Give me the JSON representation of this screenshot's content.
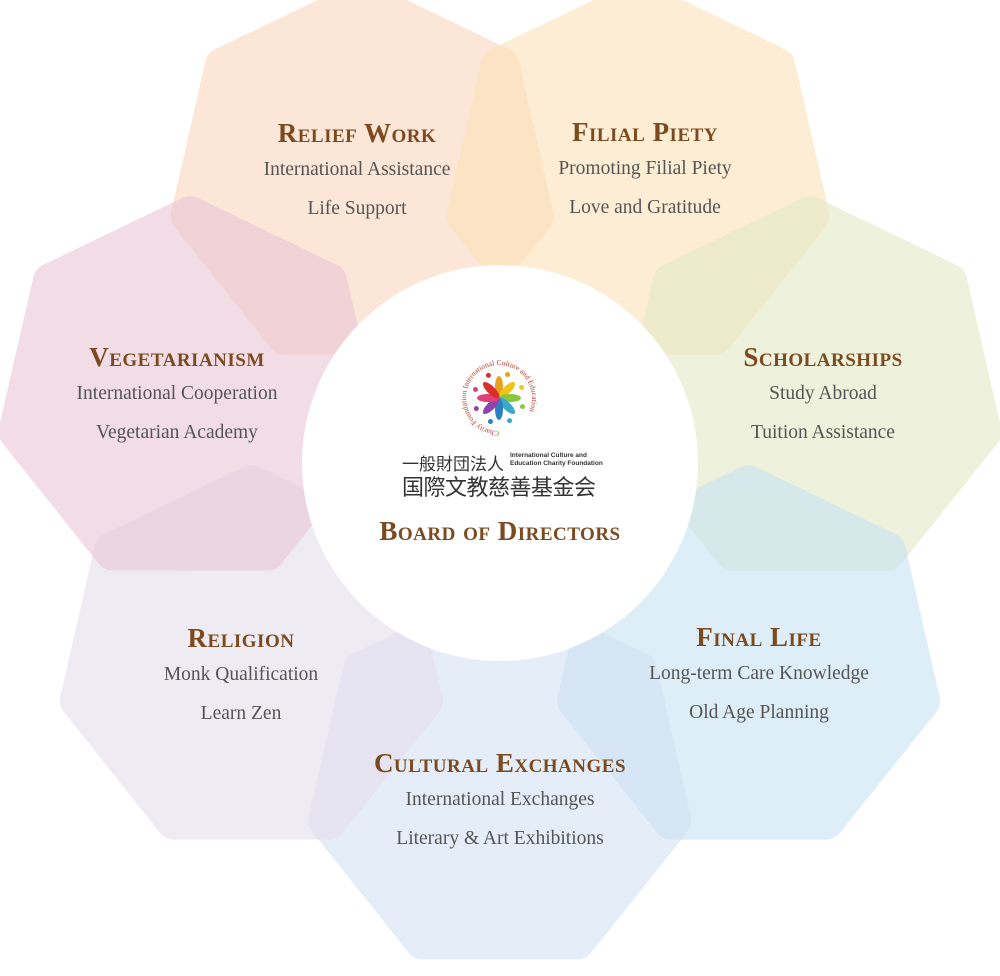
{
  "center": {
    "logo_ring_text": "Charity Foundation International Culture and Education",
    "org_type_jp": "一般財団法人",
    "org_name_en_line1": "International Culture and",
    "org_name_en_line2": "Education Charity Foundation",
    "org_name_jp": "国際文教慈善基金会",
    "title": "Board of Directors"
  },
  "petals": [
    {
      "title": "Relief Work",
      "items": [
        "International Assistance",
        "Life Support"
      ],
      "color": "#f9d6bd"
    },
    {
      "title": "Filial Piety",
      "items": [
        "Promoting Filial Piety",
        "Love and Gratitude"
      ],
      "color": "#fde2b8"
    },
    {
      "title": "Scholarships",
      "items": [
        "Study Abroad",
        "Tuition Assistance"
      ],
      "color": "#e4ebc6"
    },
    {
      "title": "Final Life",
      "items": [
        "Long-term Care Knowledge",
        "Old Age Planning"
      ],
      "color": "#c9e3f4"
    },
    {
      "title": "Cultural Exchanges",
      "items": [
        "International Exchanges",
        "Literary & Art Exhibitions"
      ],
      "color": "#d4e2f4"
    },
    {
      "title": "Religion",
      "items": [
        "Monk Qualification",
        "Learn Zen"
      ],
      "color": "#e6dfec"
    },
    {
      "title": "Vegetarianism",
      "items": [
        "International Cooperation",
        "Vegetarian Academy"
      ],
      "color": "#ebc8d7"
    }
  ],
  "logo_colors": [
    "#e8a11c",
    "#f0c419",
    "#8cc63f",
    "#3aa9c9",
    "#2b7fc1",
    "#8e44ad",
    "#e0407b",
    "#d9302c"
  ]
}
